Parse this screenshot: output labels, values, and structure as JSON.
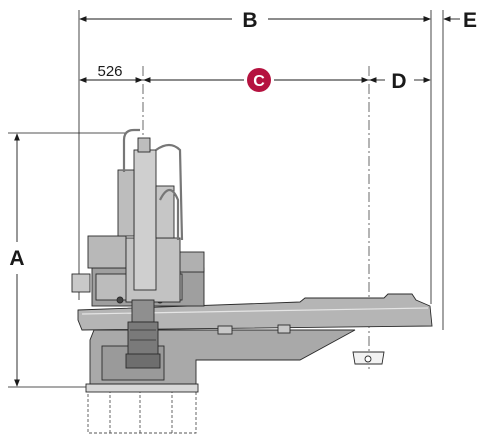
{
  "dimensions": {
    "a": "A",
    "b": "B",
    "c": "C",
    "d": "D",
    "e": "E",
    "offset_value": "526"
  },
  "colors": {
    "badge": "#b5123f",
    "machine_body": "#a9a9a9",
    "machine_light": "#cfcfcf",
    "machine_dark": "#6e6e6e",
    "outline": "#2b2b2b"
  }
}
